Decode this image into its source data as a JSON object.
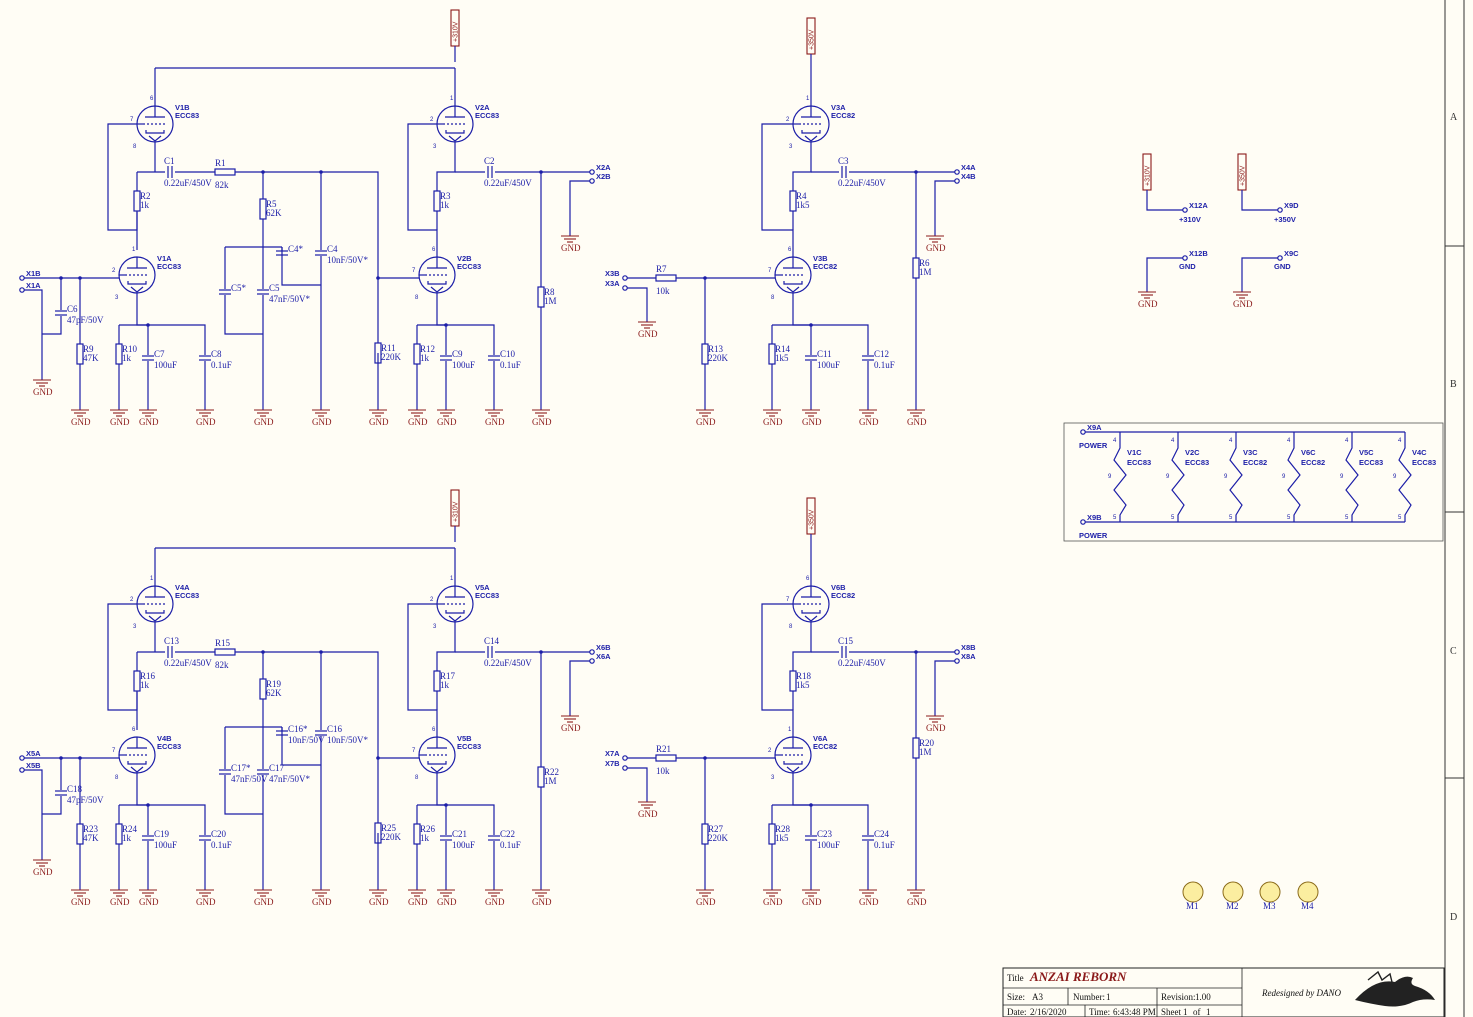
{
  "tubes": [
    {
      "ref": "V1B",
      "type": "ECC83",
      "pins": [
        "6",
        "7",
        "8"
      ]
    },
    {
      "ref": "V1A",
      "type": "ECC83",
      "pins": [
        "1",
        "2",
        "3"
      ]
    },
    {
      "ref": "V2A",
      "type": "ECC83",
      "pins": [
        "1",
        "2",
        "3"
      ]
    },
    {
      "ref": "V2B",
      "type": "ECC83",
      "pins": [
        "6",
        "7",
        "8"
      ]
    },
    {
      "ref": "V3A",
      "type": "ECC82",
      "pins": [
        "1",
        "2",
        "3"
      ]
    },
    {
      "ref": "V3B",
      "type": "ECC82",
      "pins": [
        "6",
        "7",
        "8"
      ]
    },
    {
      "ref": "V4A",
      "type": "ECC83",
      "pins": [
        "1",
        "2",
        "3"
      ]
    },
    {
      "ref": "V4B",
      "type": "ECC83",
      "pins": [
        "6",
        "7",
        "8"
      ]
    },
    {
      "ref": "V5B",
      "type": "ECC83",
      "pins": [
        "6",
        "7",
        "8"
      ]
    },
    {
      "ref": "V5A",
      "type": "ECC83",
      "pins": [
        "1",
        "2",
        "3"
      ]
    },
    {
      "ref": "V6B",
      "type": "ECC82",
      "pins": [
        "6",
        "7",
        "8"
      ]
    },
    {
      "ref": "V6A",
      "type": "ECC82",
      "pins": [
        "1",
        "2",
        "3"
      ]
    }
  ],
  "heaters": [
    {
      "ref": "V1C",
      "type": "ECC83"
    },
    {
      "ref": "V2C",
      "type": "ECC83"
    },
    {
      "ref": "V3C",
      "type": "ECC82"
    },
    {
      "ref": "V6C",
      "type": "ECC82"
    },
    {
      "ref": "V5C",
      "type": "ECC83"
    },
    {
      "ref": "V4C",
      "type": "ECC83"
    }
  ],
  "heater_pins": [
    "4",
    "9",
    "5"
  ],
  "rails": {
    "r310": "+310V",
    "r350": "+350V"
  },
  "components": {
    "C1": [
      "C1",
      "0.22uF/450V"
    ],
    "R1": [
      "R1",
      "82k"
    ],
    "C2": [
      "C2",
      "0.22uF/450V"
    ],
    "R2": [
      "R2",
      "1k"
    ],
    "R3": [
      "R3",
      "1k"
    ],
    "R5": [
      "R5",
      "62K"
    ],
    "C4s": [
      "C4*",
      ""
    ],
    "C4": [
      "C4",
      "10nF/50V*"
    ],
    "C5s": [
      "C5*",
      ""
    ],
    "C5": [
      "C5",
      "47nF/50V*"
    ],
    "C6": [
      "C6",
      "47pF/50V"
    ],
    "R9": [
      "R9",
      "47K"
    ],
    "R10": [
      "R10",
      "1k"
    ],
    "C7": [
      "C7",
      "100uF"
    ],
    "C8": [
      "C8",
      "0.1uF"
    ],
    "R11": [
      "R11",
      "220K"
    ],
    "R12": [
      "R12",
      "1k"
    ],
    "C9": [
      "C9",
      "100uF"
    ],
    "C10": [
      "C10",
      "0.1uF"
    ],
    "R8": [
      "R8",
      "1M"
    ],
    "C3": [
      "C3",
      "0.22uF/450V"
    ],
    "R4": [
      "R4",
      "1k5"
    ],
    "R7": [
      "R7",
      "10k"
    ],
    "R13": [
      "R13",
      "220K"
    ],
    "R14": [
      "R14",
      "1k5"
    ],
    "C11": [
      "C11",
      "100uF"
    ],
    "C12": [
      "C12",
      "0.1uF"
    ],
    "R6": [
      "R6",
      "1M"
    ],
    "C13": [
      "C13",
      "0.22uF/450V"
    ],
    "R15": [
      "R15",
      "82k"
    ],
    "C14": [
      "C14",
      "0.22uF/450V"
    ],
    "R16": [
      "R16",
      "1k"
    ],
    "R17": [
      "R17",
      "1k"
    ],
    "R19": [
      "R19",
      "62K"
    ],
    "C16s": [
      "C16*",
      "10nF/50V"
    ],
    "C16": [
      "C16",
      "10nF/50V*"
    ],
    "C17s": [
      "C17*",
      "47nF/50V"
    ],
    "C17": [
      "C17",
      "47nF/50V*"
    ],
    "C18": [
      "C18",
      "47pF/50V"
    ],
    "R23": [
      "R23",
      "47K"
    ],
    "R24": [
      "R24",
      "1k"
    ],
    "C19": [
      "C19",
      "100uF"
    ],
    "C20": [
      "C20",
      "0.1uF"
    ],
    "R25": [
      "R25",
      "220K"
    ],
    "R26": [
      "R26",
      "1k"
    ],
    "C21": [
      "C21",
      "100uF"
    ],
    "C22": [
      "C22",
      "0.1uF"
    ],
    "R22": [
      "R22",
      "1M"
    ],
    "C15": [
      "C15",
      "0.22uF/450V"
    ],
    "R18": [
      "R18",
      "1k5"
    ],
    "R21": [
      "R21",
      "10k"
    ],
    "R27": [
      "R27",
      "220K"
    ],
    "R28": [
      "R28",
      "1k5"
    ],
    "C23": [
      "C23",
      "100uF"
    ],
    "C24": [
      "C24",
      "0.1uF"
    ],
    "R20": [
      "R20",
      "1M"
    ]
  },
  "connectors": {
    "X1B": "X1B",
    "X1A": "X1A",
    "X2A": "X2A",
    "X2B": "X2B",
    "X3B": "X3B",
    "X3A": "X3A",
    "X4A": "X4A",
    "X4B": "X4B",
    "X5A": "X5A",
    "X5B": "X5B",
    "X6B": "X6B",
    "X6A": "X6A",
    "X7A": "X7A",
    "X7B": "X7B",
    "X8B": "X8B",
    "X8A": "X8A",
    "X12A": "X12A",
    "X12B": "X12B",
    "X9D": "X9D",
    "X9C": "X9C",
    "X9A": "X9A",
    "X9B": "X9B"
  },
  "power_labels": {
    "p310": "+310V",
    "p350": "+350V",
    "gnd": "GND",
    "power": "POWER"
  },
  "ground_label": "GND",
  "mounts": [
    "M1",
    "M2",
    "M3",
    "M4"
  ],
  "zones": [
    "A",
    "B",
    "C",
    "D"
  ],
  "title_block": {
    "title_label": "Title",
    "title": "ANZAI REBORN",
    "size_label": "Size:",
    "size": "A3",
    "number_label": "Number:",
    "number": "1",
    "revision_label": "Revision:",
    "revision": "1.00",
    "date_label": "Date:",
    "date": "2/16/2020",
    "time_label": "Time:",
    "time": "6:43:48 PM",
    "sheet_label": "Sheet",
    "sheet": "1",
    "of_label": "of",
    "of": "1",
    "credit": "Redesigned by DANO"
  },
  "colors": {
    "wire": "#1c1ea8",
    "power": "#8b1a1a",
    "paper": "#fffdf5",
    "mount": "#fbeea0"
  }
}
